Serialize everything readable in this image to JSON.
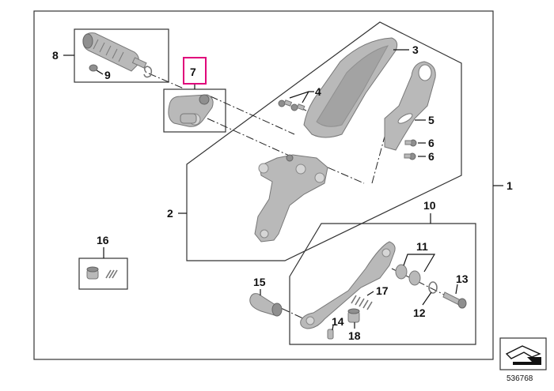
{
  "diagram": {
    "callouts": {
      "c1": "1",
      "c2": "2",
      "c3": "3",
      "c4": "4",
      "c5": "5",
      "c6a": "6",
      "c6b": "6",
      "c7": "7",
      "c8": "8",
      "c9": "9",
      "c10": "10",
      "c11": "11",
      "c12": "12",
      "c13": "13",
      "c14": "14",
      "c15": "15",
      "c16": "16",
      "c17": "17",
      "c18": "18"
    },
    "highlight_color": "#e0007a",
    "reference_number": "536768"
  }
}
